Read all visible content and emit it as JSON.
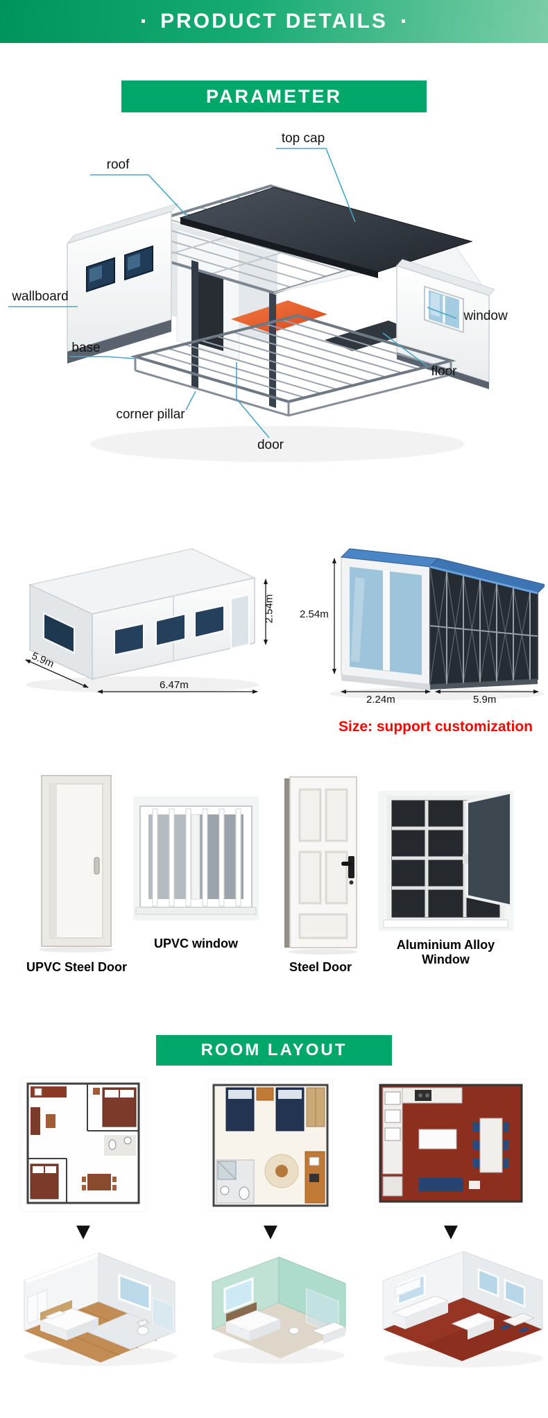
{
  "colors": {
    "brand-green": "#00A76B",
    "header-green-dark": "#00945D",
    "header-green-mid": "#17AB74",
    "header-green-light": "#7CCDA7",
    "note-red": "#FE0000",
    "callout-blue": "#4AA6C5",
    "label-black": "#111111",
    "arrow-black": "#111111"
  },
  "header": {
    "dot": "·",
    "title": "PRODUCT DETAILS"
  },
  "sections": {
    "parameter_title": "PARAMETER",
    "room_layout_title": "ROOM LAYOUT"
  },
  "diagram": {
    "labels": [
      {
        "id": "top-cap",
        "text": "top cap"
      },
      {
        "id": "roof",
        "text": "roof"
      },
      {
        "id": "wallboard",
        "text": "wallboard"
      },
      {
        "id": "window",
        "text": "window"
      },
      {
        "id": "base",
        "text": "base"
      },
      {
        "id": "floor",
        "text": "floor"
      },
      {
        "id": "corner-pillar",
        "text": "corner pillar"
      },
      {
        "id": "door",
        "text": "door"
      }
    ]
  },
  "photos": {
    "expanded": {
      "width": "5.9m",
      "length": "6.47m",
      "height": "2.54m"
    },
    "folded": {
      "height": "2.54m",
      "width": "2.24m",
      "length": "5.9m"
    }
  },
  "size_note": "Size: support customization",
  "products": [
    {
      "label": "UPVC Steel Door"
    },
    {
      "label": "UPVC window"
    },
    {
      "label": "Steel Door"
    },
    {
      "label": "Aluminium Alloy Window"
    }
  ],
  "icons": {
    "down_arrow": "▼"
  }
}
